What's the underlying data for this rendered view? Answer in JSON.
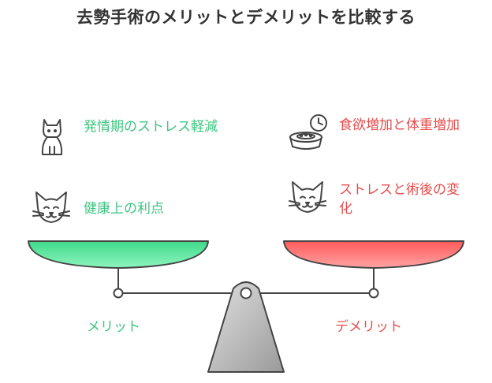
{
  "title": "去勢手術のメリットとデメリットを比較する",
  "merits": {
    "label": "メリット",
    "items": [
      {
        "text": "発情期のストレス軽減",
        "icon": "sitting-cat-icon"
      },
      {
        "text": "健康上の利点",
        "icon": "cat-face-icon"
      }
    ],
    "color": "#3cc580"
  },
  "demerits": {
    "label": "デメリット",
    "items": [
      {
        "text": "食欲増加と体重増加",
        "icon": "food-bowl-clock-icon"
      },
      {
        "text": "ストレスと術後の変化",
        "icon": "cat-face-icon"
      }
    ],
    "color": "#e74c4c"
  }
}
